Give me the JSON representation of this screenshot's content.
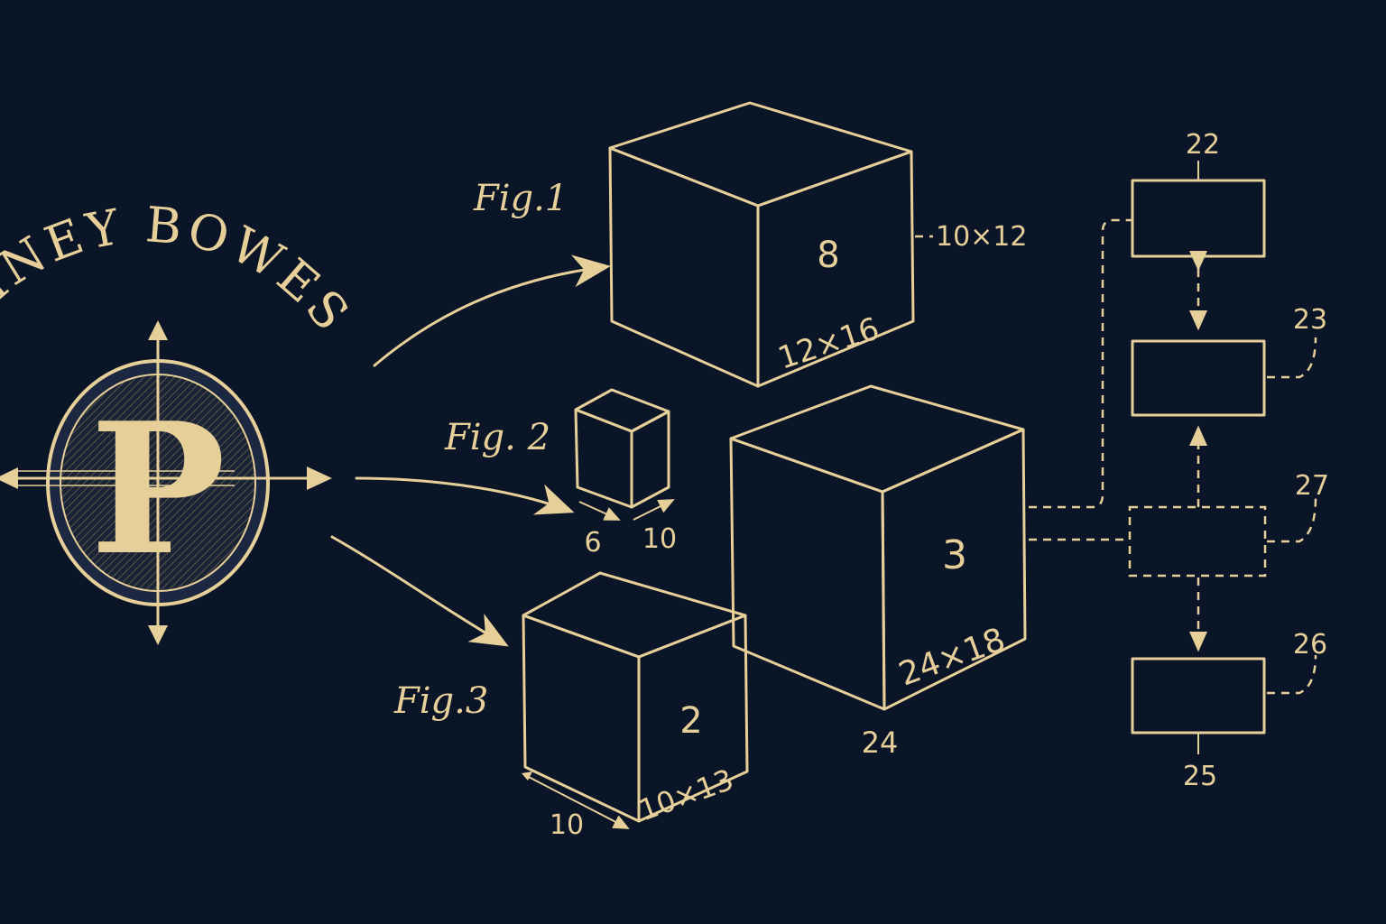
{
  "brand": {
    "text": "INEY BOWES",
    "monogram": "P"
  },
  "figures": {
    "fig1": {
      "label": "Fig.1",
      "number": "8",
      "face_dims": "12×16",
      "side_dim": "10×12"
    },
    "fig2": {
      "label": "Fig. 2",
      "dim_a": "6",
      "dim_b": "10"
    },
    "fig3": {
      "label": "Fig.3",
      "number": "2",
      "face_dims": "10×13",
      "bottom_dim": "10"
    },
    "box_large": {
      "number": "3",
      "face_dims": "24×18",
      "bottom_ref": "24"
    }
  },
  "block_diagram": {
    "refs": {
      "r22": "22",
      "r23": "23",
      "r27": "27",
      "r26": "26",
      "r25": "25"
    }
  },
  "colors": {
    "background": "#0b1528",
    "ink": "#e6cf98",
    "face_dark": "#1a2236",
    "face_mid": "#3a3a3c",
    "face_light": "#6b6049"
  },
  "icons": [
    "compass-arrows-icon"
  ]
}
